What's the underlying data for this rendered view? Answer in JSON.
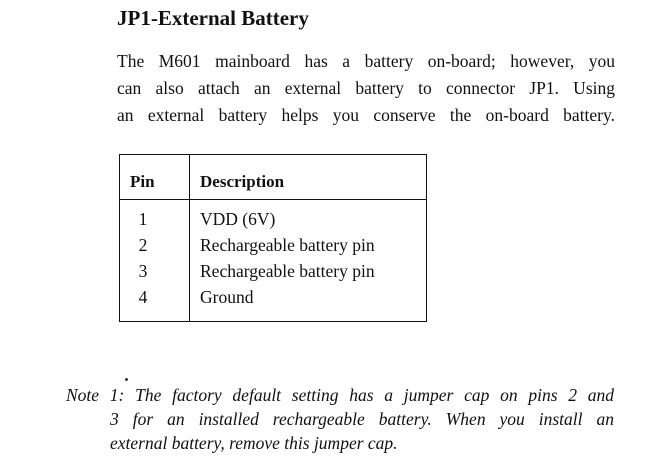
{
  "section": {
    "heading": "JP1-External Battery",
    "intro_lines": [
      "The M601 mainboard has a battery on-board; however, you",
      "can also attach an external battery to connector JP1. Using",
      "an external battery helps you conserve the on-board battery."
    ]
  },
  "pin_table": {
    "headers": {
      "pin": "Pin",
      "description": "Description"
    },
    "rows": [
      {
        "pin": "1",
        "description": "VDD (6V)"
      },
      {
        "pin": "2",
        "description": "Rechargeable battery pin"
      },
      {
        "pin": "3",
        "description": "Rechargeable battery pin"
      },
      {
        "pin": "4",
        "description": "Ground"
      }
    ]
  },
  "note": {
    "lines": [
      "Note 1: The factory default setting has a jumper cap on pins 2 and",
      "3 for an installed rechargeable battery. When you install an",
      "external battery, remove this jumper cap."
    ]
  }
}
